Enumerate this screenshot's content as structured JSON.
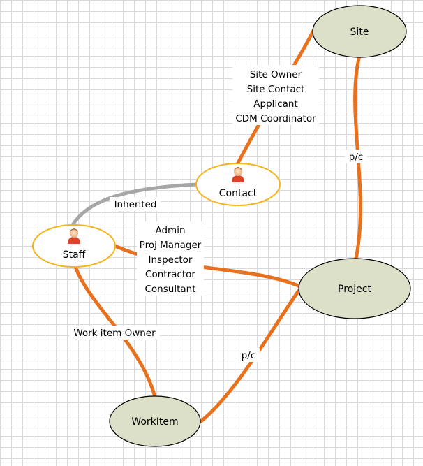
{
  "nodes": {
    "site": "Site",
    "project": "Project",
    "workitem": "WorkItem",
    "contact": "Contact",
    "staff": "Staff"
  },
  "edges": {
    "site_contact": [
      "Site Owner",
      "Site Contact",
      "Applicant",
      "CDM Coordinator"
    ],
    "site_project": "p/c",
    "contact_staff": "Inherited",
    "staff_project": [
      "Admin",
      "Proj Manager",
      "Inspector",
      "Contractor",
      "Consultant"
    ],
    "staff_workitem": "Work item Owner",
    "workitem_project": "p/c"
  },
  "colors": {
    "relationship_line": "#e8711e",
    "inherited_line": "#a6a6a6",
    "entity_fill": "#dde0c8",
    "actor_outline": "#f4b31a"
  }
}
